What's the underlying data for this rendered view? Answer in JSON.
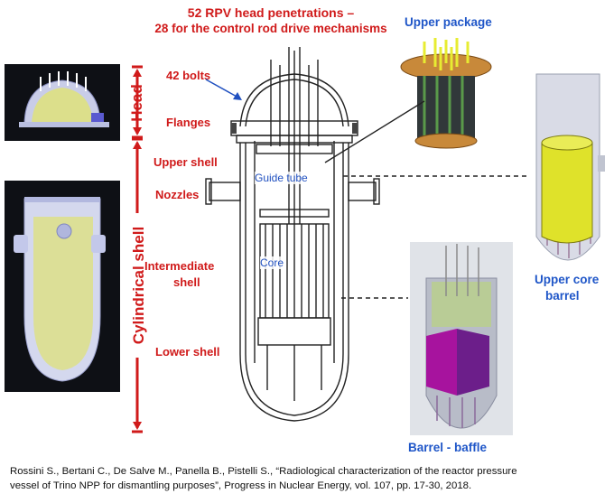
{
  "title": {
    "line1": "52 RPV head penetrations –",
    "line2": "28 for the control rod drive mechanisms"
  },
  "labels": {
    "bolts": "42 bolts",
    "flanges": "Flanges",
    "upper_shell": "Upper shell",
    "nozzles": "Nozzles",
    "intermediate_shell_1": "Intermediate",
    "intermediate_shell_2": "shell",
    "lower_shell": "Lower shell",
    "guide_tube": "Guide tube",
    "core": "Core"
  },
  "side_labels": {
    "head": "Head",
    "cylindrical_shell": "Cylindrical shell"
  },
  "components": {
    "upper_package": "Upper package",
    "upper_core_barrel_1": "Upper core",
    "upper_core_barrel_2": "barrel",
    "barrel_baffle": "Barrel - baffle"
  },
  "caption": {
    "line1": "Rossini S., Bertani C., De Salve M., Panella B., Pistelli S., “Radiological characterization of the reactor pressure",
    "line2": "vessel of Trino NPP for dismantling purposes”, Progress in Nuclear Energy, vol. 107, pp. 17-30, 2018."
  },
  "colors": {
    "label_red": "#d01a1a",
    "label_blue": "#1f56c8",
    "model_yellow": "#d8e03a",
    "model_purple": "#8a2fa0"
  }
}
